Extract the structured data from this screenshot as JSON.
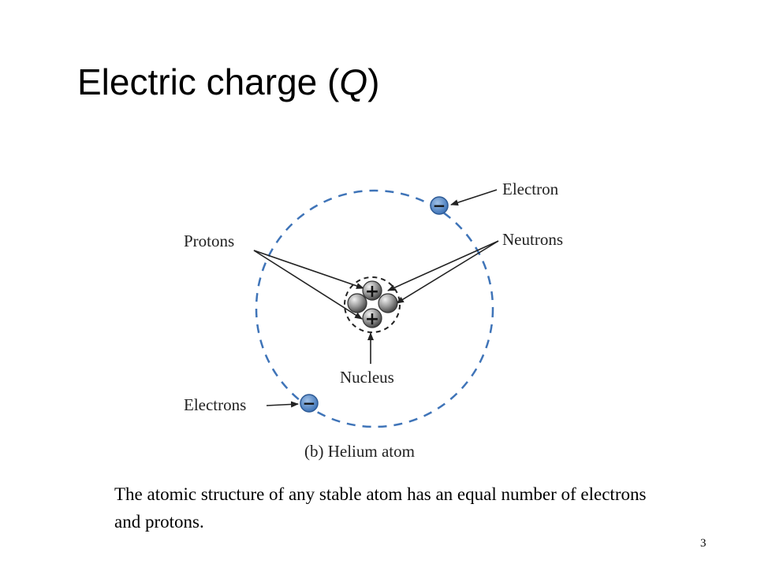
{
  "slide": {
    "title_prefix": "Electric charge (",
    "title_symbol": "Q",
    "title_suffix": ")",
    "page_number": "3"
  },
  "figure": {
    "labels": {
      "electron": "Electron",
      "protons": "Protons",
      "neutrons": "Neutrons",
      "nucleus": "Nucleus",
      "electrons": "Electrons",
      "caption": "(b) Helium atom"
    },
    "symbols": {
      "proton": "+",
      "electron": "−"
    }
  },
  "body_text": "The atomic structure of any stable atom has an equal number of electrons and protons."
}
